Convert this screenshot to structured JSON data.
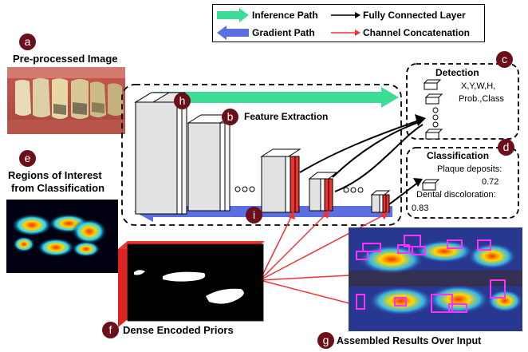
{
  "legend": {
    "inference_path": "Inference Path",
    "gradient_path": "Gradient Path",
    "fully_connected": "Fully Connected Layer",
    "channel_concat": "Channel Concatenation"
  },
  "badges": {
    "a": "a",
    "b": "b",
    "c": "c",
    "d": "d",
    "e": "e",
    "f": "f",
    "g": "g",
    "h": "h",
    "i": "i"
  },
  "labels": {
    "preprocessed": "Pre-processed Image",
    "feature_extraction": "Feature Extraction",
    "roi_line1": "Regions of Interest",
    "roi_line2": "from Classification",
    "priors": "Dense Encoded Priors",
    "assembled": "Assembled Results Over Input"
  },
  "detection": {
    "title": "Detection",
    "line1": "X,Y,W,H,",
    "line2": "Prob.,Class"
  },
  "classification": {
    "title": "Classification",
    "plaque_label": "Plaque deposits:",
    "plaque_value": "0.72",
    "discolor_label": "Dental discoloration:",
    "discolor_value": "0.83"
  },
  "colors": {
    "inference": "#3ddc97",
    "gradient": "#5b6fe0",
    "concat": "#ee3333",
    "badge": "#6b0f1a"
  }
}
